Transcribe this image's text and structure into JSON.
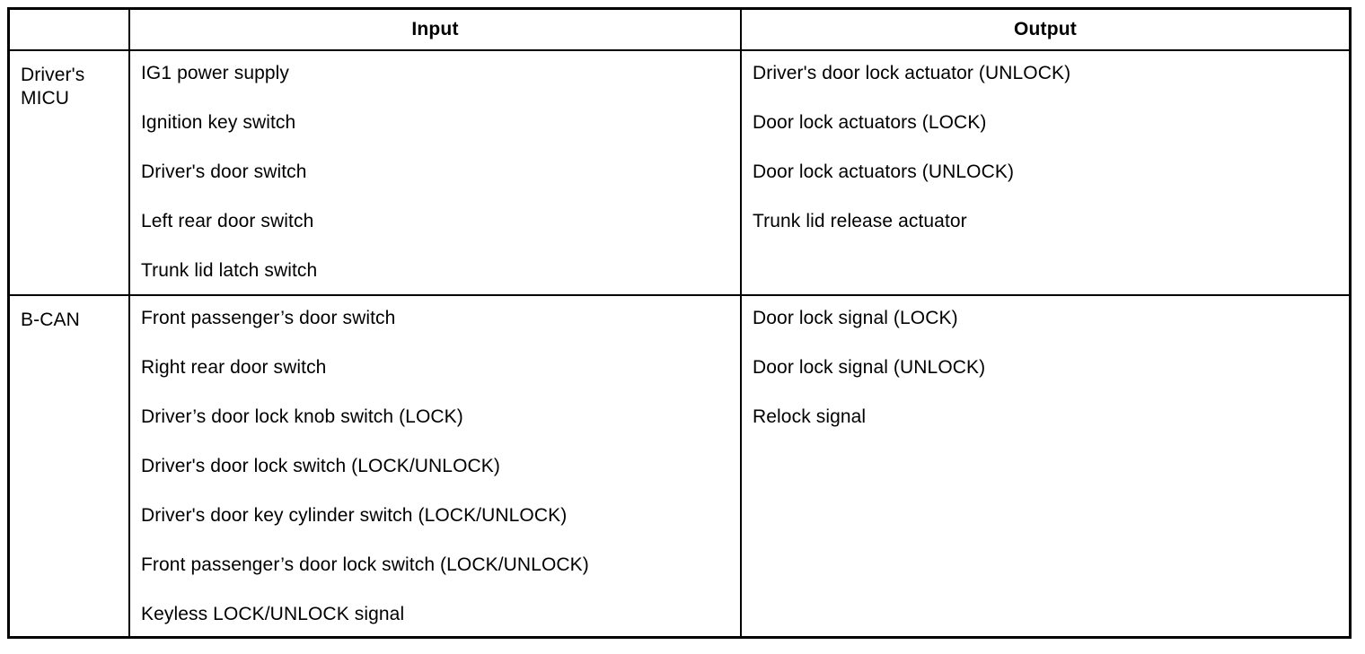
{
  "table": {
    "headers": {
      "category": "",
      "input": "Input",
      "output": "Output"
    },
    "rows": [
      {
        "category": "Driver's\nMICU",
        "category_line1": "Driver's",
        "category_line2": "MICU",
        "inputs": [
          "IG1 power supply",
          "Ignition key switch",
          "Driver's door switch",
          "Left rear door switch",
          "Trunk lid latch switch"
        ],
        "outputs": [
          "Driver's door lock actuator (UNLOCK)",
          "Door lock actuators (LOCK)",
          "Door lock actuators (UNLOCK)",
          "Trunk lid release actuator"
        ]
      },
      {
        "category": "B-CAN",
        "category_line1": "B-CAN",
        "category_line2": "",
        "inputs": [
          "Front passenger’s door switch",
          "Right rear door switch",
          "Driver’s door lock knob switch (LOCK)",
          "Driver's door lock switch (LOCK/UNLOCK)",
          "Driver's door key cylinder switch (LOCK/UNLOCK)",
          "Front passenger’s door lock switch (LOCK/UNLOCK)",
          "Keyless LOCK/UNLOCK signal"
        ],
        "outputs": [
          "Door lock signal (LOCK)",
          "Door lock signal (UNLOCK)",
          "Relock signal"
        ]
      }
    ]
  },
  "colors": {
    "border": "#000000",
    "text": "#000000",
    "background": "#ffffff"
  }
}
